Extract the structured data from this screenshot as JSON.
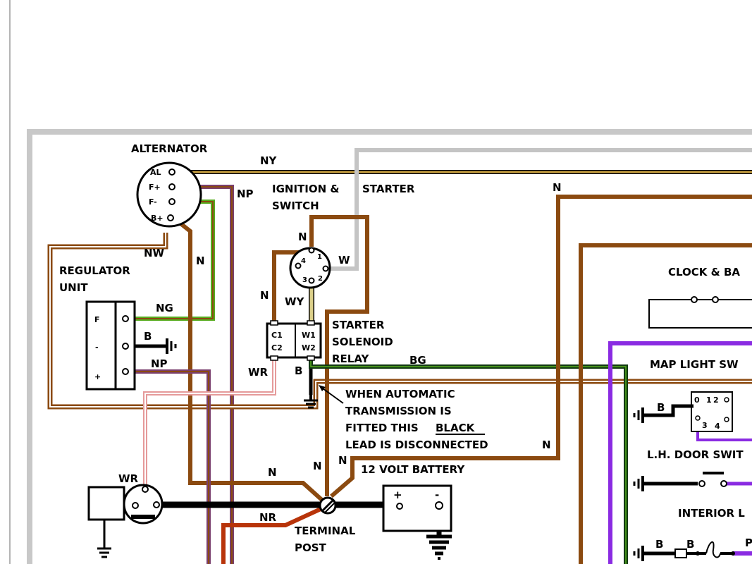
{
  "components": {
    "alternator": "ALTERNATOR",
    "ignition_line1": "IGNITION &",
    "ignition_line1b": "STARTER",
    "ignition_line2": "SWITCH",
    "regulator_line1": "REGULATOR",
    "regulator_line2": "UNIT",
    "solenoid_line1": "STARTER",
    "solenoid_line2": "SOLENOID",
    "solenoid_line3": "RELAY",
    "battery": "12 VOLT BATTERY",
    "terminal_line1": "TERMINAL",
    "terminal_line2": "POST",
    "clock": "CLOCK & BA",
    "map_light": "MAP LIGHT SW",
    "door_switch": "L.H. DOOR SWIT",
    "interior": "INTERIOR L"
  },
  "alternator_pins": [
    "AL",
    "F+",
    "F-",
    "B+"
  ],
  "regulator_pins": [
    "F",
    "-",
    "+"
  ],
  "ignition_pins": [
    "1",
    "2",
    "3",
    "4"
  ],
  "solenoid_pins": [
    "C1",
    "C2",
    "W1",
    "W2"
  ],
  "battery_terms": [
    "+",
    "-"
  ],
  "map_pins": [
    "0",
    "1",
    "2",
    "3",
    "4"
  ],
  "note": {
    "line1": "WHEN AUTOMATIC",
    "line2": "TRANSMISSION IS",
    "line3_a": "FITTED THIS",
    "line3_b": "BLACK",
    "line4": "LEAD IS DISCONNECTED"
  },
  "wire_labels": {
    "ny": "NY",
    "np_top": "NP",
    "nw": "NW",
    "n_alt": "N",
    "n_top_right": "N",
    "n_ign": "N",
    "n_left": "N",
    "wy": "WY",
    "w": "W",
    "ng": "NG",
    "b_reg": "B",
    "np_reg": "NP",
    "wr_sol": "WR",
    "b_sol": "B",
    "bg": "BG",
    "n_note": "N",
    "n_bat1": "N",
    "n_bat2": "N",
    "n_center": "N",
    "wr_starter": "WR",
    "nr": "NR",
    "b_map": "B",
    "b_int1": "B",
    "b_int2": "B",
    "p_int": "P"
  },
  "colors": {
    "frame": "#c8c8c8",
    "brown": "#8b4a10",
    "purple": "#7a3f6e",
    "green": "#56ac1e",
    "dark_green": "#123a12",
    "yellow": "#dcd08a",
    "grey": "#c4c4c4",
    "pink": "#e59a9a",
    "red": "#b8340a",
    "violet": "#8a2be2",
    "black": "#000000"
  }
}
